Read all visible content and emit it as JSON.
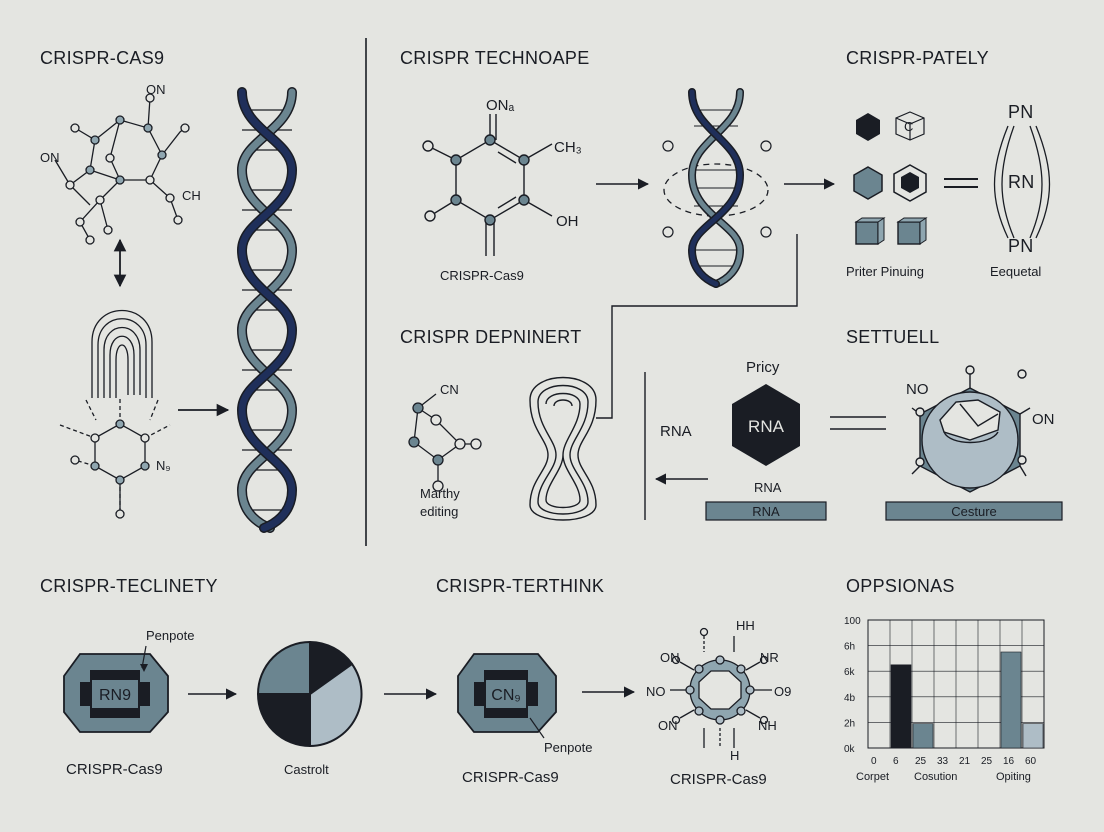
{
  "colors": {
    "background": "#e4e5e1",
    "ink": "#1a1d24",
    "slate": "#6b8590",
    "light_slate": "#aebdc6",
    "navy": "#1f2f5a",
    "mid_slate": "#8fa6b0"
  },
  "panels": {
    "p1": {
      "title": "CRISPR-CAS9",
      "atoms": [
        "ON",
        "ON",
        "CH"
      ],
      "ring_label": "N₉"
    },
    "p2": {
      "title": "CRISPR TECHNOAPE",
      "atoms": [
        "ONₐ",
        "CH₃",
        "OH"
      ],
      "molecule_label": "CRISPR-Cas9"
    },
    "p3": {
      "title": "CRISPR-PATELY",
      "hex_label": "C",
      "left_caption": "Priter Pinuing",
      "pn_top": "PN",
      "rn_mid": "RN",
      "pn_bottom": "PN",
      "right_caption": "Eequetal"
    },
    "p4": {
      "title": "CRISPR DEPNINERT",
      "atom": "CN",
      "caption_line1": "Marthy",
      "caption_line2": "editing"
    },
    "p5": {
      "side_label": "RNA",
      "top_label": "Pricy",
      "hex_label": "RNA",
      "below_label": "RNA",
      "bar_label": "RNA"
    },
    "p6": {
      "title": "SETTUELL",
      "atoms": [
        "NO",
        "ON"
      ],
      "bar_label": "Cesture"
    },
    "p7": {
      "title": "CRISPR-TECLINETY",
      "callout": "Penpote",
      "block_label": "RN9",
      "caption": "CRISPR-Cas9",
      "pie_caption": "Castrolt"
    },
    "p8": {
      "title": "CRISPR-TERTHINK",
      "block_label": "CN₉",
      "callout": "Penpote",
      "caption": "CRISPR-Cas9",
      "ring_atoms": [
        "ON",
        "HH",
        "NR",
        "NO",
        "O9",
        "ON",
        "NH",
        "H"
      ],
      "ring_caption": "CRISPR-Cas9"
    }
  },
  "chart_data": {
    "type": "bar",
    "title": "OPPSIONAS",
    "y_ticks": [
      "100",
      "6h",
      "6k",
      "4b",
      "2h",
      "0k"
    ],
    "x_ticks": [
      "0",
      "6",
      "25",
      "33",
      "21",
      "25",
      "16",
      "60"
    ],
    "x_group_labels": [
      "Corpet",
      "Cosution",
      "Opiting"
    ],
    "ylim": [
      0,
      100
    ],
    "bars": [
      {
        "value": 65,
        "color": "#1a1d24"
      },
      {
        "value": 19,
        "color": "#6b8590"
      },
      {
        "value": 75,
        "color": "#6b8590"
      },
      {
        "value": 19,
        "color": "#aebdc6"
      }
    ]
  }
}
